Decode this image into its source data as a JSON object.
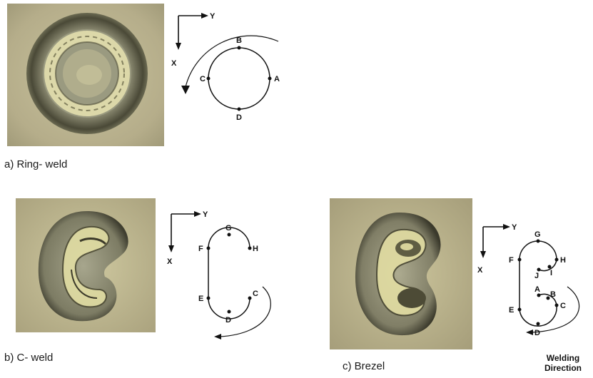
{
  "figure": {
    "panels": [
      {
        "id": "a",
        "caption": "a) Ring- weld",
        "axes": {
          "x": "X",
          "y": "Y"
        },
        "points": [
          "A",
          "B",
          "C",
          "D"
        ]
      },
      {
        "id": "b",
        "caption": "b) C- weld",
        "axes": {
          "x": "X",
          "y": "Y"
        },
        "points": [
          "C",
          "D",
          "E",
          "F",
          "G",
          "H"
        ]
      },
      {
        "id": "c",
        "caption": "c)  Brezel",
        "axes": {
          "x": "X",
          "y": "Y"
        },
        "points": [
          "A",
          "B",
          "C",
          "D",
          "E",
          "F",
          "G",
          "H",
          "I",
          "J"
        ],
        "welding_direction_label_line1": "Welding",
        "welding_direction_label_line2": "Direction"
      }
    ]
  },
  "colors": {
    "photo_background": "#b9b08e",
    "weld_ring_outer": "#5b5a48",
    "weld_ring_inner": "#a9a98d",
    "weld_bead": "#e6e2a8",
    "line": "#111111"
  }
}
